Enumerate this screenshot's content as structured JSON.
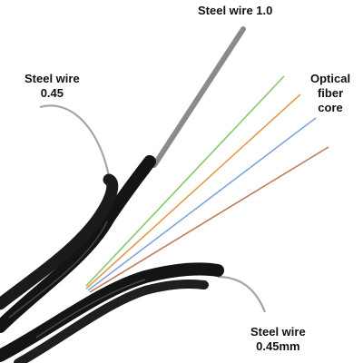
{
  "labels": {
    "steel_wire_top": "Steel wire 1.0",
    "steel_wire_left": [
      "Steel wire",
      "0.45"
    ],
    "optical_fiber": [
      "Optical",
      "fiber",
      "core"
    ],
    "steel_wire_bottom": [
      "Steel wire",
      "0.45mm"
    ]
  },
  "colors": {
    "background": "#ffffff",
    "cable_jacket": "#141414",
    "steel_wire": "#9a9a9a",
    "fiber_green": "#86c86a",
    "fiber_orange": "#e39a4a",
    "fiber_blue": "#7fa6d6",
    "fiber_brown": "#c07a5a",
    "text": "#111111"
  }
}
